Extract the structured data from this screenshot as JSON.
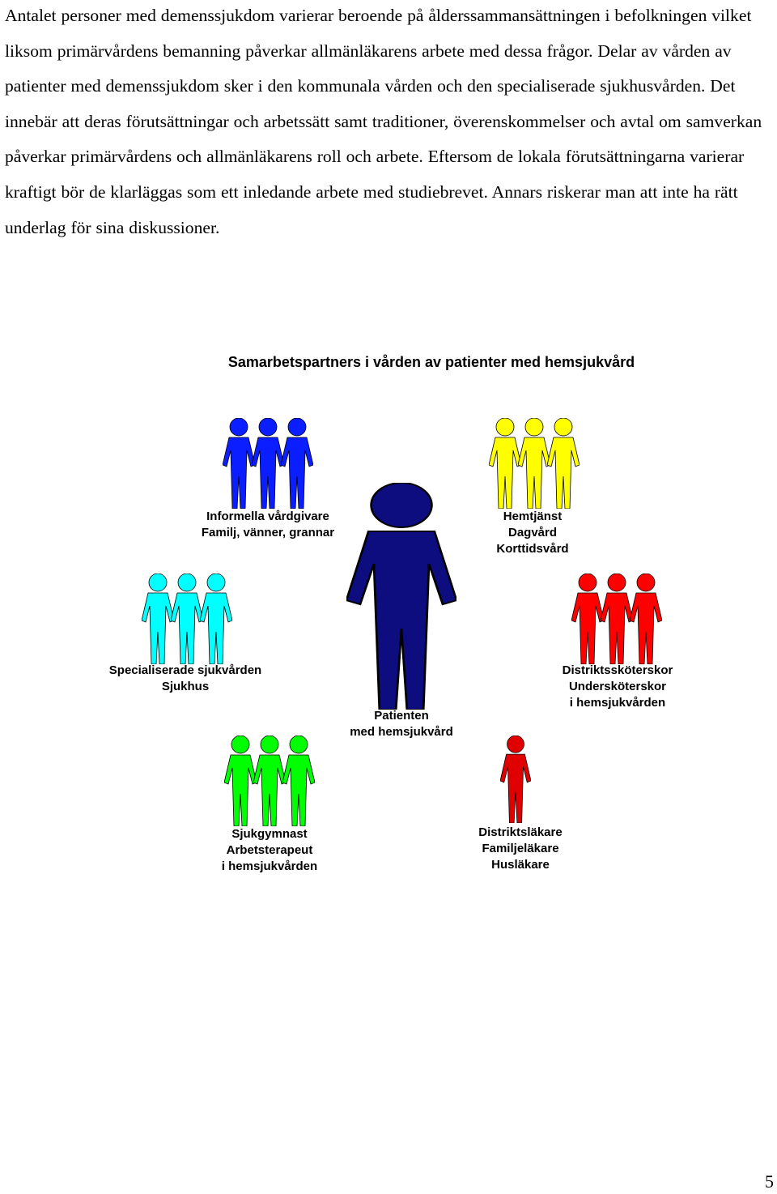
{
  "paragraph": "Antalet personer med demenssjukdom varierar beroende på ålderssammansättningen i befolkningen vilket liksom primärvårdens bemanning påverkar allmänläkarens arbete med dessa frågor. Delar av vården av patienter med demenssjukdom sker i den kommunala vården och den specialiserade sjukhusvården. Det innebär att deras förutsättningar och arbetssätt samt traditioner, överenskommelser och avtal om samverkan påverkar primärvårdens och allmänläkarens roll och arbete. Eftersom de lokala förutsättningarna varierar kraftigt bör de klarläggas som ett inledande arbete med studiebrevet. Annars riskerar man att inte ha rätt underlag för sina diskussioner.",
  "diagram": {
    "title": "Samarbetspartners i vården av patienter med hemsjukvård",
    "groups": {
      "informal": {
        "color": "#0a1eff",
        "lines": [
          "Informella vårdgivare",
          "Familj, vänner, grannar"
        ]
      },
      "municipal": {
        "color": "#ffff00",
        "lines": [
          "Hemtjänst",
          "Dagvård",
          "Korttidsvård"
        ]
      },
      "specialist": {
        "color": "#00ffff",
        "lines": [
          "Specialiserade sjukvården",
          "Sjukhus"
        ]
      },
      "nurses": {
        "color": "#ff0000",
        "lines": [
          "Distriktssköterskor",
          "Undersköterskor",
          "i hemsjukvården"
        ]
      },
      "patient": {
        "color": "#0d0d80",
        "lines": [
          "Patienten",
          "med hemsjukvård"
        ]
      },
      "therapists": {
        "color": "#00ff00",
        "lines": [
          "Sjukgymnast",
          "Arbetsterapeut",
          "i hemsjukvården"
        ]
      },
      "doctor": {
        "color": "#e00000",
        "lines": [
          "Distriktsläkare",
          "Familjeläkare",
          "Husläkare"
        ]
      }
    }
  },
  "page_number": "5"
}
